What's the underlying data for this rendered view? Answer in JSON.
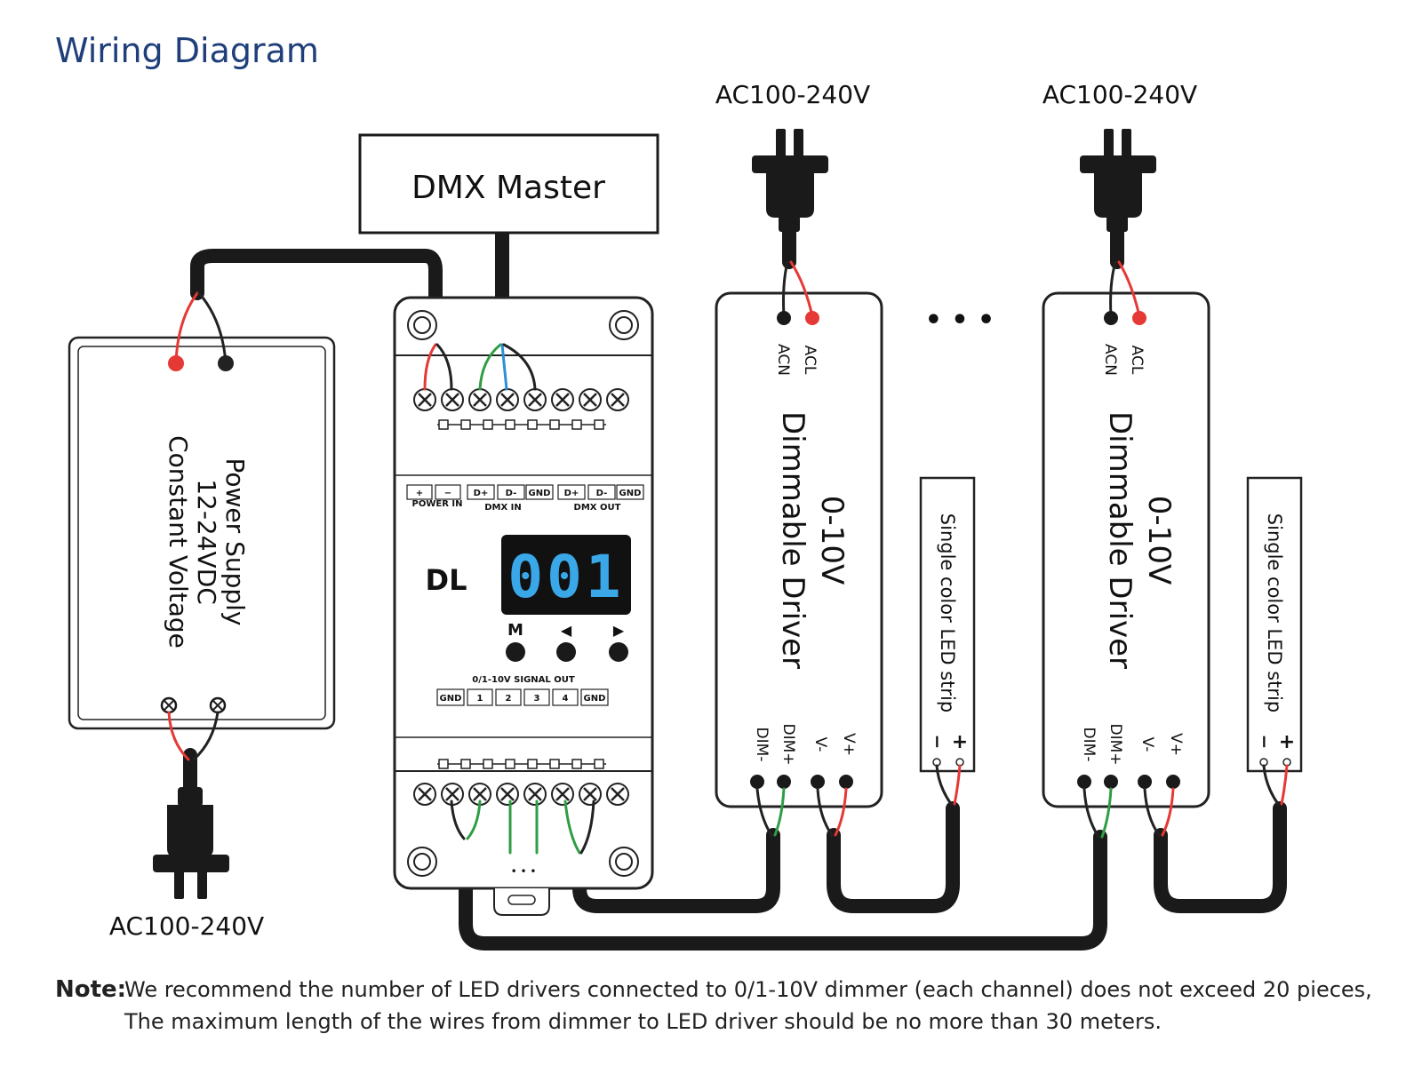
{
  "title": "Wiring Diagram",
  "dmx_master": "DMX Master",
  "power_supply": {
    "line1": "Power Supply",
    "line2": "12-24VDC",
    "line3": "Constant Voltage"
  },
  "ac_labels": {
    "left": "AC100-240V",
    "driver1": "AC100-240V",
    "driver2": "AC100-240V"
  },
  "decoder": {
    "model": "DL",
    "display": "001",
    "terminals_top": [
      "+",
      "−",
      "D+",
      "D-",
      "GND",
      "D+",
      "D-",
      "GND"
    ],
    "group_power_in": "POWER IN",
    "group_dmx_in": "DMX IN",
    "group_dmx_out": "DMX OUT",
    "buttons": [
      "M",
      "◀",
      "▶"
    ],
    "signal_out_label": "0/1-10V SIGNAL OUT",
    "terminals_bottom": [
      "GND",
      "1",
      "2",
      "3",
      "4",
      "GND"
    ],
    "dots": "• • •"
  },
  "driver": {
    "line1": "0-10V",
    "line2": "Dimmable Driver",
    "acn": "ACN",
    "acl": "ACL",
    "dim_minus": "DIM-",
    "dim_plus": "DIM+",
    "v_minus": "V-",
    "v_plus": "V+"
  },
  "led_strip": {
    "label": "Single color LED strip",
    "minus": "−",
    "plus": "+"
  },
  "ellipsis": "• • •",
  "note": {
    "prefix": "Note:",
    "line1": "We recommend the number of LED drivers connected to 0/1-10V dimmer (each channel) does not exceed 20 pieces,",
    "line2": "The maximum length of the wires from dimmer to LED driver should be no more than 30 meters."
  },
  "colors": {
    "title_blue": "#1f3f7a",
    "red": "#e53935",
    "green": "#2e9e44",
    "blue": "#2a8fd6",
    "display_bg": "#111111",
    "display_digits": "#3aa7e8"
  }
}
